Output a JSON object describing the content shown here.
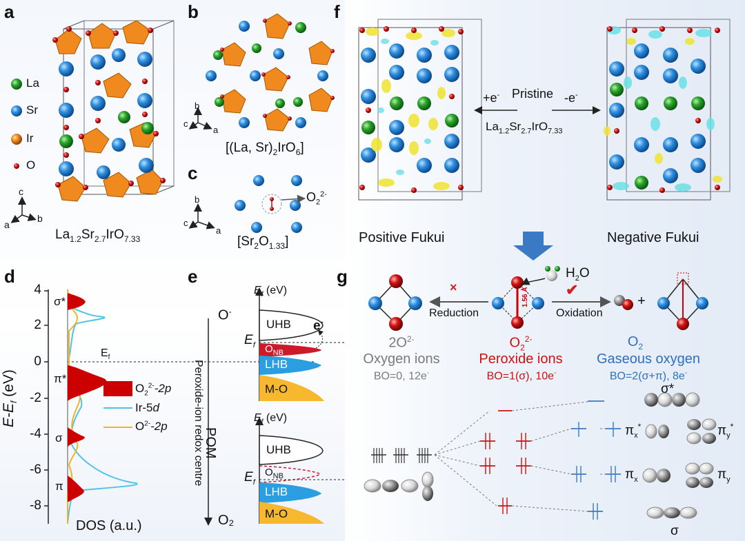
{
  "panels": {
    "a": {
      "letter": "a",
      "legend": [
        "La",
        "Sr",
        "Ir",
        "O"
      ],
      "axes": {
        "c": "c",
        "b": "b",
        "a": "a"
      },
      "formula": {
        "base": "La",
        "s1": "1.2",
        "m1": "Sr",
        "s2": "2.7",
        "m2": "IrO",
        "s3": "7.33"
      }
    },
    "b": {
      "letter": "b",
      "axes": {
        "b": "b",
        "c": "c",
        "a": "a"
      },
      "formula": {
        "pre": "[(La, Sr)",
        "s1": "2",
        "mid": "IrO",
        "s2": "6",
        "post": "]"
      }
    },
    "c": {
      "letter": "c",
      "axes": {
        "b": "b",
        "c": "c",
        "a": "a"
      },
      "ion": {
        "base": "O",
        "sub": "2",
        "sup": "2-"
      },
      "formula": {
        "pre": "[Sr",
        "s1": "2",
        "mid": "O",
        "s2": "1.33",
        "post": "]"
      }
    },
    "d": {
      "letter": "d",
      "ylabel": "E-E",
      "ylabel_sub": "f",
      "ylabel_unit": " (eV)",
      "xlabel": "DOS (a.u.)",
      "yticks": [
        "4",
        "2",
        "0",
        "-2",
        "-4",
        "-6",
        "-8"
      ],
      "ef_label": "E",
      "ef_sub": "f",
      "band_labels": [
        "σ*",
        "π*",
        "σ",
        "π"
      ],
      "legend": [
        {
          "base": "O",
          "sub": "2",
          "sup": "2-",
          "tail": "-2p",
          "color": "#cc0000"
        },
        {
          "base": "Ir-5",
          "tail": "d",
          "color": "#4fc3e8"
        },
        {
          "base": "O",
          "sup": "2-",
          "tail": "-2p",
          "color": "#f0b429"
        }
      ]
    },
    "e": {
      "letter": "e",
      "left_top": "O",
      "left_top_sup": "-",
      "left_bottom": "O₂",
      "left_label": "POM",
      "left_vertical": "Peroxide-ion redox centre",
      "ef_axis": "E",
      "ef_axis_sub": "f",
      "ef_axis_unit": " (eV)",
      "ef": "E",
      "ef_sub": "f",
      "top_bands": [
        "UHB",
        "O",
        "NB",
        "LHB",
        "M-O"
      ],
      "electron": "e",
      "electron_sup": "-",
      "bottom_bands": [
        "UHB",
        "O",
        "NB",
        "LHB",
        "M-O"
      ]
    },
    "f": {
      "letter": "f",
      "plus": "+e",
      "plus_sup": "-",
      "minus": "-e",
      "minus_sup": "-",
      "pristine": "Pristine",
      "formula": {
        "base": "La",
        "s1": "1.2",
        "m1": "Sr",
        "s2": "2.7",
        "m2": "IrO",
        "s3": "7.33"
      },
      "left_caption": "Positive Fukui",
      "right_caption": "Negative Fukui"
    },
    "g": {
      "letter": "g",
      "h2o": "H",
      "h2o_sub": "2",
      "h2o_tail": "O",
      "reduction": "Reduction",
      "oxidation": "Oxidation",
      "bond_length": "1.56 Å",
      "plus": "+",
      "species": [
        {
          "formula": "2O",
          "sup": "2-",
          "name": "Oxygen ions",
          "bo": "BO=0, 12e",
          "bo_sup": "-",
          "color": "#7a7a7a"
        },
        {
          "formula": "O",
          "sub": "2",
          "sup": "2-",
          "name": "Peroxide ions",
          "bo": "BO=1(σ), 10e",
          "bo_sup": "-",
          "color": "#cc1111"
        },
        {
          "formula": "O",
          "sub": "2",
          "name": "Gaseous oxygen",
          "bo": "BO=2(σ+π), 8e",
          "bo_sup": "-",
          "color": "#2d6fc0"
        }
      ],
      "orbitals": [
        "σ*",
        "π",
        "x",
        "*",
        "π",
        "y",
        "*",
        "π",
        "x",
        "π",
        "y",
        "σ"
      ]
    }
  },
  "colors": {
    "la": "#2aa52a",
    "sr": "#2f8fe0",
    "ir": "#f08a1e",
    "o": "#d41414",
    "red": "#cc0000",
    "cyan": "#4fc3e8",
    "gold": "#f0b429",
    "blue": "#2d6fc0",
    "gray": "#7a7a7a"
  }
}
